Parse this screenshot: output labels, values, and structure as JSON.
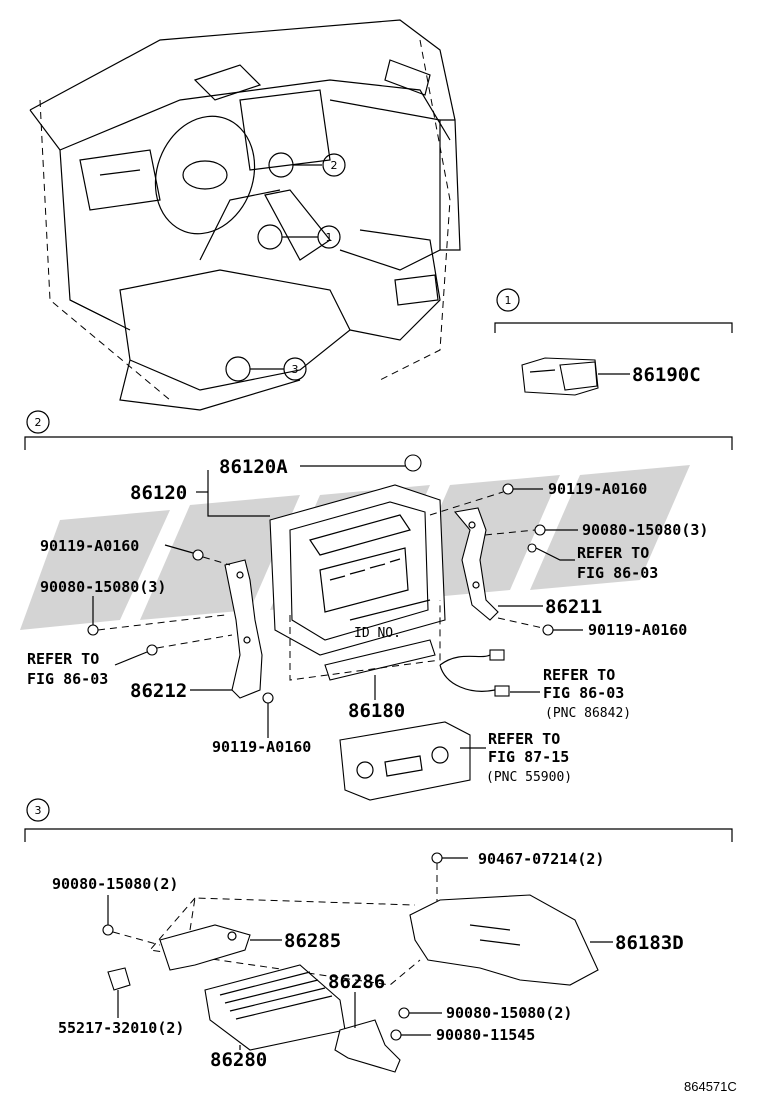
{
  "figure_id": "864571C",
  "sections": {
    "s1": "1",
    "s2": "2",
    "s3": "3"
  },
  "callouts": {
    "c1": "1",
    "c2": "2",
    "c3": "3"
  },
  "labels": {
    "p86190C": "86190C",
    "p86120A": "86120A",
    "p86120": "86120",
    "p90119_a": "90119-A0160",
    "p90080_a": "90080-15080(3)",
    "ref_a1": "REFER TO",
    "ref_a2": "FIG 86-03",
    "p86211": "86211",
    "p90119_b": "90119-A0160",
    "p90119_c": "90119-A0160",
    "p90080_b": "90080-15080(3)",
    "ref_b1": "REFER TO",
    "ref_b2": "FIG 86-03",
    "p86212": "86212",
    "p86180": "86180",
    "p90119_d": "90119-A0160",
    "ref_c1": "REFER TO",
    "ref_c2": "FIG 86-03",
    "ref_c3": "(PNC 86842)",
    "ref_d1": "REFER TO",
    "ref_d2": "FIG 87-15",
    "ref_d3": "(PNC 55900)",
    "idno": "ID NO.",
    "p90467": "90467-07214(2)",
    "p90080_c": "90080-15080(2)",
    "p86285": "86285",
    "p86183D": "86183D",
    "p55217": "55217-32010(2)",
    "p86286": "86286",
    "p90080_d": "90080-15080(2)",
    "p90080_e": "90080-11545",
    "p86280": "86280"
  }
}
